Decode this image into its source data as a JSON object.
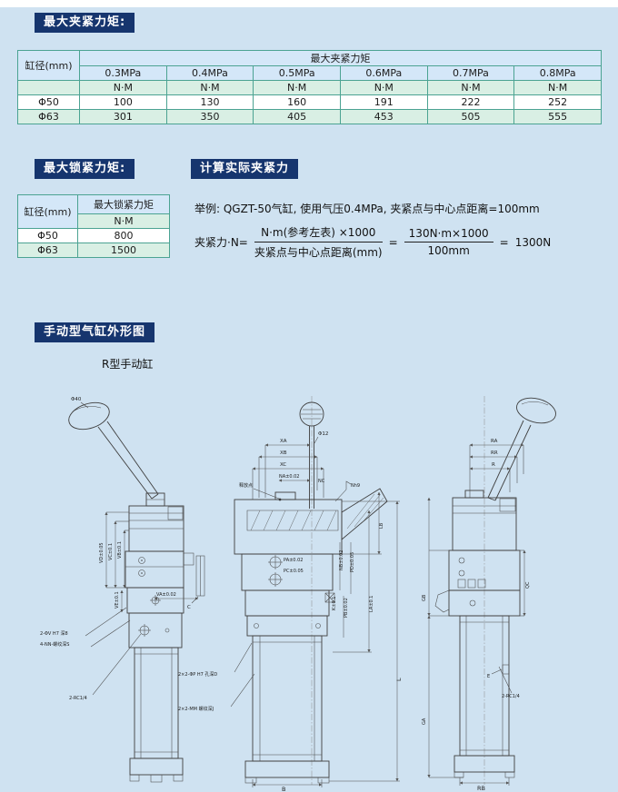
{
  "sections": {
    "clamp_torque": "最大夹紧力矩:",
    "lock_torque": "最大锁紧力矩:",
    "calc_force": "计算实际夹紧力",
    "outline": "手动型气缸外形图"
  },
  "table1": {
    "span_header": "最大夹紧力矩",
    "col0_header": "缸径(mm)",
    "pressures": [
      "0.3MPa",
      "0.4MPa",
      "0.5MPa",
      "0.6MPa",
      "0.7MPa",
      "0.8MPa"
    ],
    "unit": "N·M",
    "rows": [
      {
        "label": "Φ50",
        "values": [
          100,
          130,
          160,
          191,
          222,
          252
        ]
      },
      {
        "label": "Φ63",
        "values": [
          301,
          350,
          405,
          453,
          505,
          555
        ]
      }
    ]
  },
  "table2": {
    "col0_header": "缸径(mm)",
    "col1_header": "最大锁紧力矩",
    "unit": "N·M",
    "rows": [
      {
        "label": "Φ50",
        "value": 800
      },
      {
        "label": "Φ63",
        "value": 1500
      }
    ]
  },
  "calc": {
    "example": "举例: QGZT-50气缸, 使用气压0.4MPa, 夹紧点与中心点距离=100mm",
    "lhs": "夹紧力·N=",
    "frac1_num": "N·m(参考左表) ×1000",
    "frac1_den": "夹紧点与中心点距离(mm)",
    "eq": "=",
    "frac2_num": "130N·m×1000",
    "frac2_den": "100mm",
    "result": "1300N"
  },
  "drawing": {
    "view_label": "R型手动缸",
    "left": {
      "dia": "Φ40",
      "vd": "VD±0.05",
      "vc": "VC±0.1",
      "vb": "VB±0.1",
      "ve": "VE±0.1",
      "va": "VA±0.02",
      "c": "C",
      "callout_hole": "2-ΦV H7 深8",
      "callout_thread": "4-NN-螺纹深S",
      "callout_port": "2-RC1/4"
    },
    "middle": {
      "dia": "Φ12",
      "xa": "XA",
      "xb": "XB",
      "xc": "XC",
      "na": "NA±0.02",
      "nc": "NC",
      "release": "释放点",
      "nh9": "Nh9",
      "lb": "LB",
      "pa": "PA±0.02",
      "pc": "PC±0.05",
      "nb": "NB±0.02",
      "pd": "PD±0.05",
      "k": "K±0.1",
      "pb": "PB±0.02",
      "la": "LA±0.1",
      "l": "L",
      "callout_hole": "2×2-ΦP H7 孔深D",
      "callout_thread": "2×2-MM 螺纹深J",
      "b": "B"
    },
    "right": {
      "ra": "RA",
      "rr": "RR",
      "r": "R",
      "qc": "QC",
      "gb": "GB",
      "ga": "GA",
      "e": "E",
      "callout_port": "2-RC1/4",
      "rb": "RB"
    }
  }
}
